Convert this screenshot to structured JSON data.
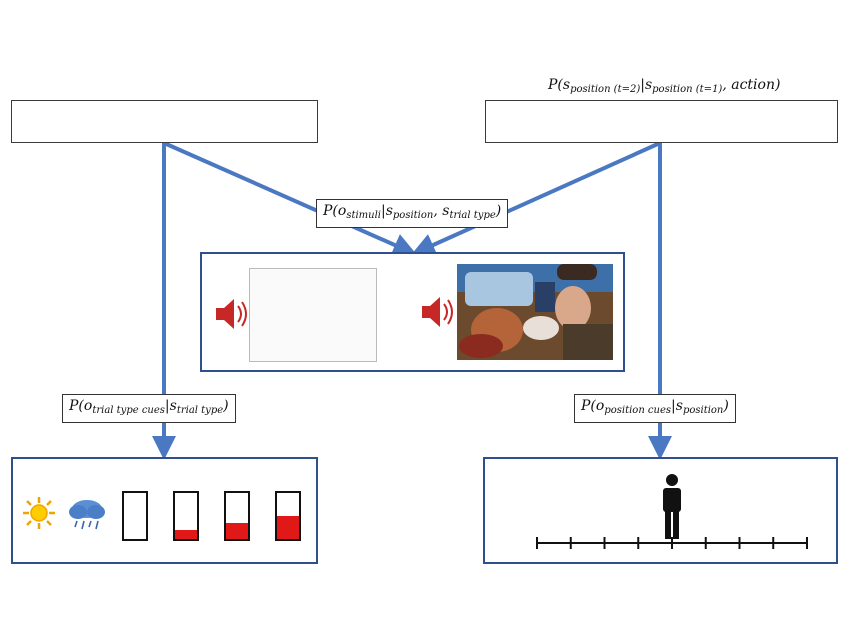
{
  "labels": {
    "transition": {
      "P": "P",
      "open": "(",
      "s1": "s",
      "s1_sub": "position (t=2)",
      "bar": "|",
      "s2": "s",
      "s2_sub": "position (t=1)",
      "tail": ", action)"
    },
    "stimuli": {
      "P": "P",
      "open": "(",
      "o": "o",
      "o_sub": "stimuli",
      "bar": "|",
      "s1": "s",
      "s1_sub": "position",
      "comma": ", ",
      "s2": "s",
      "s2_sub": "trial type",
      "close": ")"
    },
    "trial_cues": {
      "P": "P",
      "open": "(",
      "o": "o",
      "o_sub": "trial type cues",
      "bar": "|",
      "s": "s",
      "s_sub": "trial type",
      "close": ")"
    },
    "position_cues": {
      "P": "P",
      "open": "(",
      "o": "o",
      "o_sub": "position cues",
      "bar": "|",
      "s": "s",
      "s_sub": "position",
      "close": ")"
    }
  },
  "icons": [
    "sun-icon",
    "rain-cloud-icon",
    "speaker-icon",
    "person-icon"
  ],
  "colors": {
    "arrow": "#4a78c2",
    "frame": "#2f4f8f",
    "gauge_fill": "#e01818",
    "speaker": "#c62828"
  },
  "gauges": [
    0.0,
    0.2,
    0.35,
    0.5
  ],
  "position_track": {
    "ticks": 9,
    "agent_index": 4
  }
}
